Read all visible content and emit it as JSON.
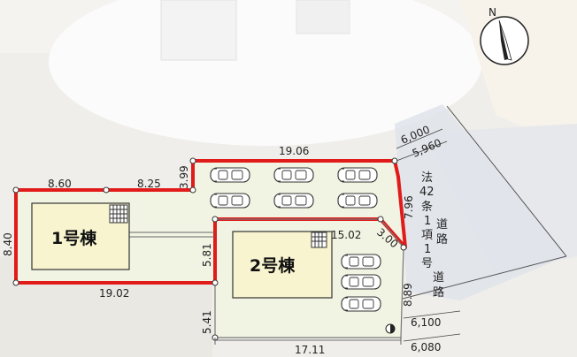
{
  "compass": {
    "label": "N"
  },
  "buildings": [
    {
      "id": "b1",
      "name": "1号棟"
    },
    {
      "id": "b2",
      "name": "2号棟"
    }
  ],
  "dimensions": {
    "top_19_06": "19.06",
    "left_8_60": "8.60",
    "mid_8_25": "8.25",
    "step_3_99": "3.99",
    "left_side_8_40": "8.40",
    "bottom_19_02": "19.02",
    "inner_5_81": "5.81",
    "inner_top_15_02": "15.02",
    "diag_3_00": "3.00",
    "right_7_96": "7.96",
    "right_8_89": "8.89",
    "lower_5_41": "5.41",
    "bottom_17_11": "17.11",
    "road_6_000": "6,000",
    "road_5_960": "5,960",
    "road_6_100": "6,100",
    "road_6_080": "6,080"
  },
  "road_label_col1": [
    "法",
    "42",
    "条",
    "1",
    "項",
    "1",
    "号"
  ],
  "road_label_col2": [
    "道",
    "路"
  ],
  "road_label_col3": [
    "道",
    "路"
  ],
  "colors": {
    "boundary": "#e11a1a",
    "lot_fill": "#f2f4e3",
    "building_fill": "#f8f4cf",
    "background": "#efeeea"
  }
}
